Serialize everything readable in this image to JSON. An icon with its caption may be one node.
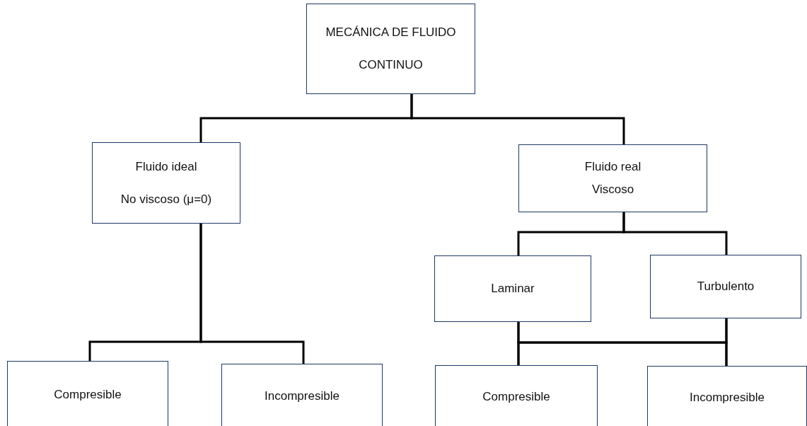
{
  "diagram": {
    "nodes": [
      {
        "text": [
          "MECÁNICA DE FLUIDO",
          "CONTINUO"
        ]
      },
      {
        "text": [
          "Fluido ideal",
          "No viscoso (μ=0)"
        ]
      },
      {
        "text": [
          "Fluido real",
          "Viscoso"
        ]
      },
      {
        "text": [
          "Laminar"
        ]
      },
      {
        "text": [
          "Turbulento"
        ]
      },
      {
        "text": [
          "Compresible"
        ]
      },
      {
        "text": [
          "Incompresible"
        ]
      },
      {
        "text": [
          "Compresible"
        ]
      },
      {
        "text": [
          "Incompresible"
        ]
      }
    ],
    "edges": [
      {
        "from": 0,
        "to": 1,
        "arrow": "none"
      },
      {
        "from": 0,
        "to": 2,
        "arrow": "none"
      },
      {
        "from": 1,
        "to": 5,
        "arrow": "none"
      },
      {
        "from": 1,
        "to": 6,
        "arrow": "none"
      },
      {
        "from": 2,
        "to": 3,
        "arrow": "none"
      },
      {
        "from": 2,
        "to": 4,
        "arrow": "none"
      },
      {
        "from": 3,
        "to": 7,
        "arrow": "none"
      },
      {
        "from": 3,
        "to": 8,
        "arrow": "none"
      },
      {
        "from": 4,
        "to": 7,
        "arrow": "none"
      },
      {
        "from": 4,
        "to": 8,
        "arrow": "none"
      }
    ]
  }
}
